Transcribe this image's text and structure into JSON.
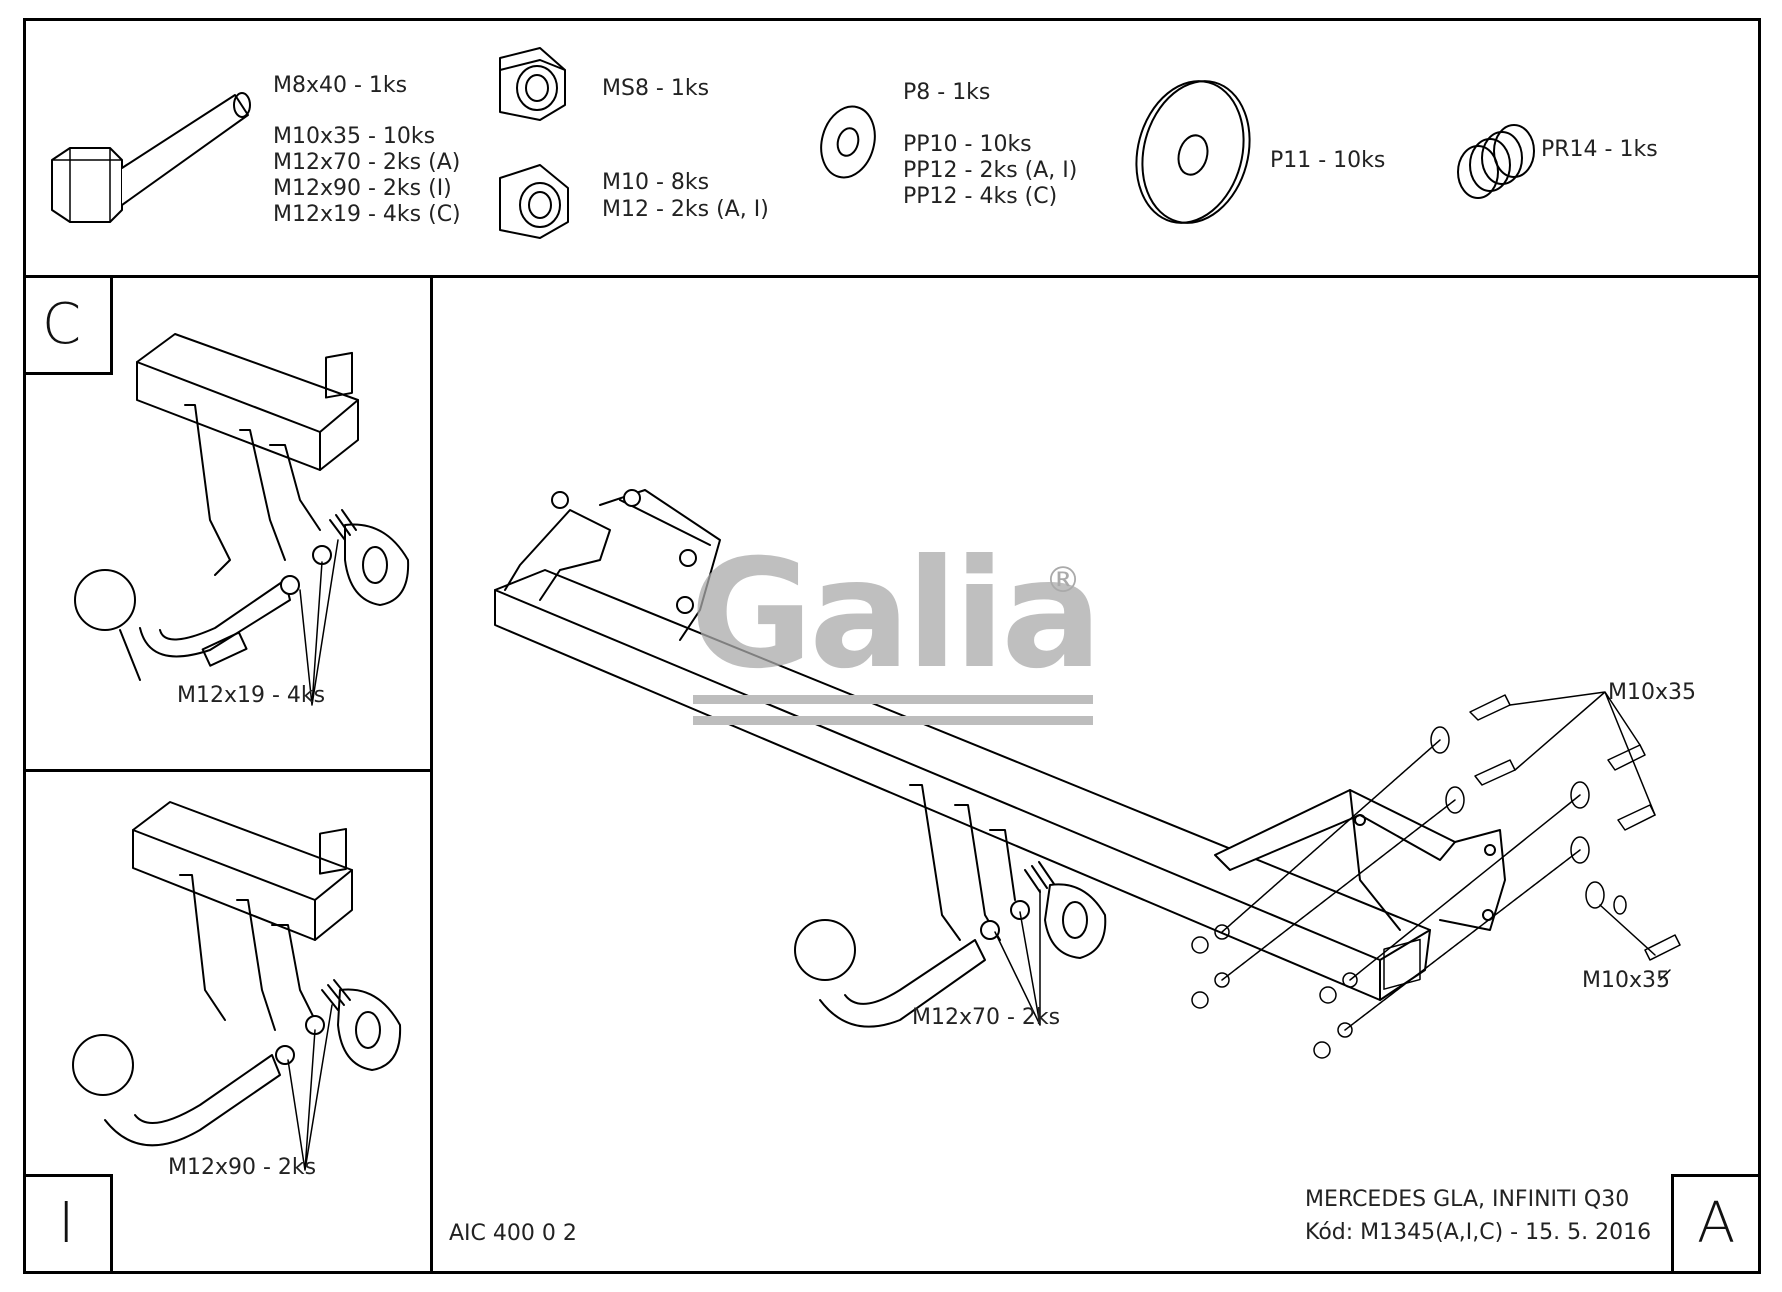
{
  "parts": {
    "bolts": [
      "M8x40 - 1ks",
      "M10x35 - 10ks",
      "M12x70 - 2ks (A)",
      "M12x90 - 2ks (I)",
      "M12x19 - 4ks (C)"
    ],
    "nut_ms8": "MS8 - 1ks",
    "nuts": [
      "M10 - 8ks",
      "M12 - 2ks (A, I)"
    ],
    "washer_p8": "P8 - 1ks",
    "washers_pp": [
      "PP10 - 10ks",
      "PP12 - 2ks (A, I)",
      "PP12 - 4ks (C)"
    ],
    "washer_p11": "P11 - 10ks",
    "spring_pr14": "PR14 - 1ks"
  },
  "panels": {
    "c": {
      "letter": "C",
      "callout": "M12x19 - 4ks"
    },
    "i": {
      "letter": "I",
      "callout": "M12x90 - 2ks"
    },
    "a": {
      "letter": "A",
      "callout_main": "M12x70 - 2ks",
      "callout_bolts_top": "M10x35",
      "callout_bolts_bottom": "M10x35"
    }
  },
  "logo": {
    "text": "Galia",
    "mark": "®"
  },
  "footer": {
    "doc_code": "AIC 400 0 2",
    "vehicle": "MERCEDES GLA, INFINITI Q30",
    "code_line": "Kód: M1345(A,I,C) - 15. 5. 2016"
  }
}
